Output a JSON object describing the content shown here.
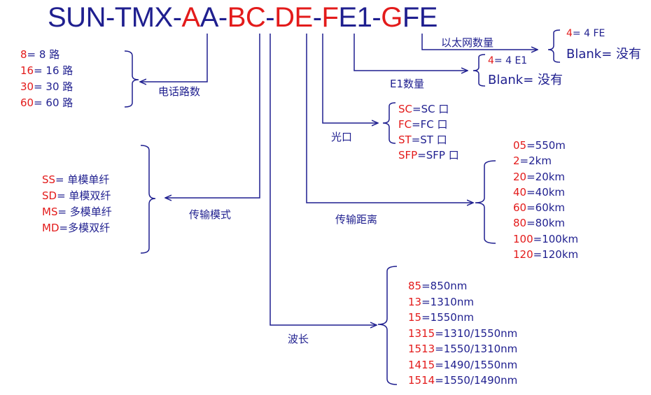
{
  "title": {
    "parts": [
      {
        "text": "SUN-TMX-",
        "color": "#1f1f8f"
      },
      {
        "text": "A",
        "color": "#e31b1b"
      },
      {
        "text": "A-",
        "color": "#1f1f8f"
      },
      {
        "text": "BC",
        "color": "#e31b1b"
      },
      {
        "text": "-",
        "color": "#1f1f8f"
      },
      {
        "text": "DE",
        "color": "#e31b1b"
      },
      {
        "text": "-",
        "color": "#1f1f8f"
      },
      {
        "text": "F",
        "color": "#e31b1b"
      },
      {
        "text": "E1-",
        "color": "#1f1f8f"
      },
      {
        "text": "G",
        "color": "#e31b1b"
      },
      {
        "text": "FE",
        "color": "#1f1f8f"
      }
    ]
  },
  "labels": {
    "phone_channels": "电话路数",
    "transmission_mode": "传输模式",
    "wavelength": "波长",
    "transmission_distance": "传输距离",
    "optical_port": "光口",
    "e1_count": "E1数量",
    "ethernet_count": "以太网数量"
  },
  "channels": [
    {
      "code": "8",
      "text": "= 8 路"
    },
    {
      "code": "16",
      "text": "= 16 路"
    },
    {
      "code": "30",
      "text": "= 30 路"
    },
    {
      "code": "60",
      "text": "= 60 路"
    }
  ],
  "modes": [
    {
      "code": "SS",
      "text": "= 单模单纤"
    },
    {
      "code": "SD",
      "text": "= 单模双纤"
    },
    {
      "code": "MS",
      "text": "= 多模单纤"
    },
    {
      "code": "MD",
      "text": "=多模双纤"
    }
  ],
  "wavelengths": [
    {
      "code": "85",
      "text": "=850nm"
    },
    {
      "code": "13",
      "text": "=1310nm"
    },
    {
      "code": "15",
      "text": "=1550nm"
    },
    {
      "code": "1315",
      "text": "=1310/1550nm"
    },
    {
      "code": "1513",
      "text": "=1550/1310nm"
    },
    {
      "code": "1415",
      "text": "=1490/1550nm"
    },
    {
      "code": "1514",
      "text": "=1550/1490nm"
    }
  ],
  "distances": [
    {
      "code": "05",
      "text": "=550m"
    },
    {
      "code": "2",
      "text": "=2km"
    },
    {
      "code": "20",
      "text": "=20km"
    },
    {
      "code": "40",
      "text": "=40km"
    },
    {
      "code": "60",
      "text": "=60km"
    },
    {
      "code": "80",
      "text": "=80km"
    },
    {
      "code": "100",
      "text": "=100km"
    },
    {
      "code": "120",
      "text": "=120km"
    }
  ],
  "ports": [
    {
      "code": "SC",
      "text": "=SC 口"
    },
    {
      "code": "FC",
      "text": "=FC 口"
    },
    {
      "code": "ST",
      "text": "=ST 口"
    },
    {
      "code": "SFP",
      "text": "=SFP 口"
    }
  ],
  "e1": {
    "code": "4",
    "text": "= 4 E1",
    "blank": "Blank= 没有"
  },
  "fe": {
    "code": "4",
    "text": "= 4 FE",
    "blank": "Blank= 没有"
  },
  "colors": {
    "blue": "#1f1f8f",
    "red": "#e31b1b",
    "line": "#1f1f8f"
  }
}
